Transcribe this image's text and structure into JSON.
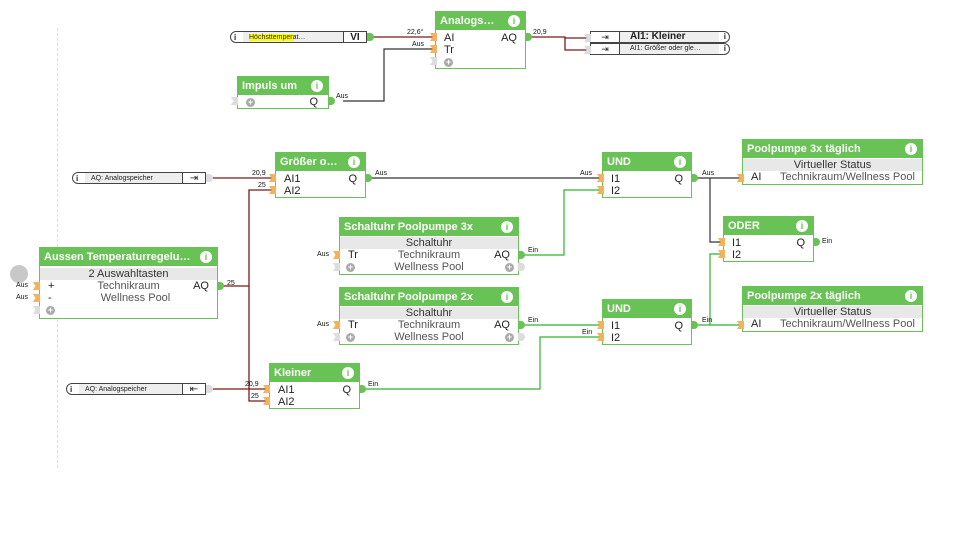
{
  "colors": {
    "block_green": "#69c255",
    "wire_analog": "#7a1a1a",
    "wire_digital_off": "#333333",
    "wire_digital_on": "#2db32d",
    "input_pin": "#f4b35a"
  },
  "refs": {
    "hoechsttemp": {
      "label": "Höchsttemperat…",
      "highlight": "Höchstte",
      "button": "VI"
    },
    "analogspeicher1": {
      "label": "AQ: Analogspeicher",
      "button": "⇥"
    },
    "analogspeicher2": {
      "label": "AQ: Analogspeicher",
      "button": "⇤"
    },
    "out_kleiner": {
      "label": "AI1: Kleiner"
    },
    "out_groesser": {
      "label": "AI1: Größer oder gle…"
    }
  },
  "blocks": {
    "analogs": {
      "title": "Analogs…",
      "inputs": [
        "AI",
        "Tr"
      ],
      "output": "AQ"
    },
    "impuls": {
      "title": "Impuls um",
      "output": "Q"
    },
    "groesser": {
      "title": "Größer o…",
      "inputs": [
        "AI1",
        "AI2"
      ],
      "output": "Q"
    },
    "kleiner": {
      "title": "Kleiner",
      "inputs": [
        "AI1",
        "AI2"
      ],
      "output": "Q"
    },
    "aussen": {
      "title": "Aussen Temperaturregelu…",
      "subtitle": "2 Auswahltasten",
      "inputs": [
        "+",
        "-"
      ],
      "output": "AQ",
      "line1": "Technikraum",
      "line2": "Wellness Pool"
    },
    "sch3x": {
      "title": "Schaltuhr Poolpumpe 3x",
      "subtitle": "Schaltuhr",
      "input": "Tr",
      "output": "AQ",
      "line1": "Technikraum",
      "line2": "Wellness Pool"
    },
    "sch2x": {
      "title": "Schaltuhr Poolpumpe 2x",
      "subtitle": "Schaltuhr",
      "input": "Tr",
      "output": "AQ",
      "line1": "Technikraum",
      "line2": "Wellness Pool"
    },
    "und1": {
      "title": "UND",
      "inputs": [
        "I1",
        "I2"
      ],
      "output": "Q"
    },
    "und2": {
      "title": "UND",
      "inputs": [
        "I1",
        "I2"
      ],
      "output": "Q"
    },
    "oder": {
      "title": "ODER",
      "inputs": [
        "I1",
        "I2"
      ],
      "output": "Q"
    },
    "pp3x": {
      "title": "Poolpumpe 3x täglich",
      "subtitle": "Virtueller Status",
      "input": "AI",
      "location": "Technikraum/Wellness Pool"
    },
    "pp2x": {
      "title": "Poolpumpe 2x täglich",
      "subtitle": "Virtueller Status",
      "input": "AI",
      "location": "Technikraum/Wellness Pool"
    }
  },
  "values": {
    "analogs_ai": "22,6°",
    "analogs_tr": "Aus",
    "analogs_aq": "20,9",
    "impuls_q": "Aus",
    "groesser_ai1": "20,9",
    "groesser_ai2": "25",
    "groesser_q": "Aus",
    "kleiner_ai1": "20,9",
    "kleiner_ai2": "25",
    "kleiner_q": "Ein",
    "aussen_plus": "Aus",
    "aussen_minus": "Aus",
    "aussen_aq": "25",
    "sch3x_tr": "Aus",
    "sch3x_aq": "Ein",
    "sch2x_tr": "Aus",
    "sch2x_aq": "Ein",
    "und1_i1": "Aus",
    "und1_q": "Aus",
    "und2_i2": "Ein",
    "und2_q": "Ein",
    "oder_q": "Ein"
  },
  "info_glyph": "i",
  "plus_glyph": "+"
}
